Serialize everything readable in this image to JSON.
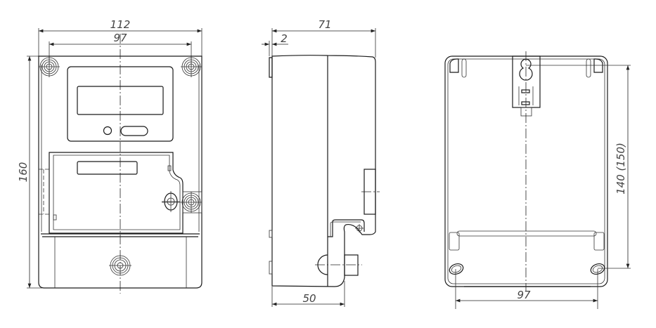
{
  "drawing": {
    "front_view": {
      "width_overall": "112",
      "mounting_spacing": "97",
      "height_overall": "160"
    },
    "side_view": {
      "depth_overall": "71",
      "flange_thickness": "2",
      "body_depth": "50"
    },
    "back_view": {
      "hole_vertical_spacing": "140 (150)",
      "hole_horizontal_spacing": "97"
    }
  }
}
